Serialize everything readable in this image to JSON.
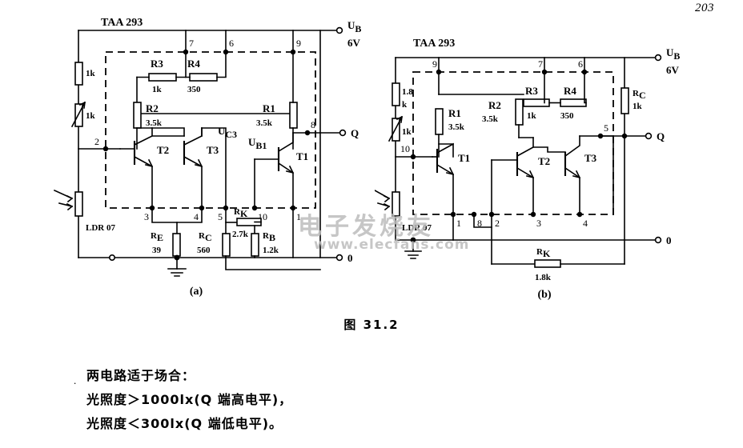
{
  "page": {
    "number": "203"
  },
  "figure": {
    "caption": "图 31.2",
    "sub_a": "(a)",
    "sub_b": "(b)"
  },
  "watermark": {
    "line1": "电子发烧友",
    "line2": "www.elecfans.com"
  },
  "notes": {
    "line1": "两电路适于场合：",
    "line2": "光照度＞1000lx(Q 端高电平)，",
    "line3": "光照度＜300lx(Q 端低电平)。",
    "bullet": "."
  },
  "circuit_a": {
    "ic_label": "TAA 293",
    "supply_label": "U",
    "supply_sub": "B",
    "supply_value": "6V",
    "output_label": "Q",
    "ground_label": "0",
    "sensor_label": "LDR 07",
    "transistors": [
      "T2",
      "T3",
      "T1"
    ],
    "node_voltages": {
      "uc3": "U",
      "uc3_sub": "C3",
      "ub1": "U",
      "ub1_sub": "B1"
    },
    "pins": [
      "7",
      "6",
      "9",
      "2",
      "8",
      "3",
      "4",
      "5",
      "10",
      "1"
    ],
    "resistors": [
      {
        "name": "R3",
        "value": "1k"
      },
      {
        "name": "R4",
        "value": "350"
      },
      {
        "name": "R2",
        "value": "3.5k"
      },
      {
        "name": "R1",
        "value": "3.5k"
      },
      {
        "name": "",
        "value": "1k"
      },
      {
        "name": "",
        "value": "1k"
      },
      {
        "name": "R",
        "sub": "E",
        "value": "39"
      },
      {
        "name": "R",
        "sub": "C",
        "value": "560"
      },
      {
        "name": "R",
        "sub": "K",
        "value": "2.7k"
      },
      {
        "name": "R",
        "sub": "B",
        "value": "1.2k"
      }
    ]
  },
  "circuit_b": {
    "ic_label": "TAA 293",
    "supply_label": "U",
    "supply_sub": "B",
    "supply_value": "6V",
    "output_label": "Q",
    "ground_label": "0",
    "sensor_label": "LDR 07",
    "transistors": [
      "T1",
      "T2",
      "T3"
    ],
    "pins": [
      "9",
      "7",
      "6",
      "5",
      "10",
      "1",
      "8",
      "2",
      "3",
      "4"
    ],
    "resistors": [
      {
        "name": "R3",
        "value": "1k"
      },
      {
        "name": "R4",
        "value": "350"
      },
      {
        "name": "R1",
        "value": "3.5k"
      },
      {
        "name": "R2",
        "value": "3.5k"
      },
      {
        "name": "R",
        "sub": "C",
        "value": "1k"
      },
      {
        "name": "",
        "value": "1.8",
        "value2": "k"
      },
      {
        "name": "",
        "value": "1k"
      },
      {
        "name": "R",
        "sub": "K",
        "value": "1.8k"
      }
    ]
  }
}
